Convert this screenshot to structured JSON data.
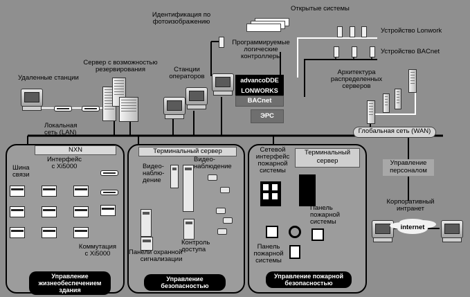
{
  "labels": {
    "open_systems": "Открытые системы",
    "photo_id": "Идентификация по\nфотоизображению",
    "prog_controllers": "Программируемые\nлогические\nконтроллеры",
    "lonwork_device": "Устройство Lonwork",
    "bacnet_device": "Устройство BACnet",
    "dist_servers": "Архитектура\nраспределенных\nсерверов",
    "backup_server": "Сервер с возможностью\nрезервирования",
    "remote_stations": "Удаленные станции",
    "operator_stations": "Станции\nоператоров",
    "lan": "Локальная\nсеть (LAN)",
    "wan": "Глобальная сеть (WAN)",
    "personnel_mgmt": "Управление\nперсоналом",
    "corporate_intranet": "Корпоративный\nинтранет",
    "internet": "internet"
  },
  "protocols": {
    "advanco": "advancoDDE",
    "lonworks": "LONWORKS",
    "bacnet": "BACnet",
    "eps": "ЭРС"
  },
  "zone_building": {
    "nxn": "NXN",
    "interface": "Интерфейс\nс Xi5000",
    "bus": "Шина\nсвязи",
    "switching": "Коммутация\nс Xi5000",
    "title": "Управление\nжизнеобеспечением\nздания"
  },
  "zone_security": {
    "terminal_server": "Терминальный сервер",
    "video1": "Видео-\nнаблю-\nдение",
    "video2": "Видео-\nнаблюдение",
    "alarm_panels": "Панели охранной\nсигнализации",
    "access_control": "Контроль\nдоступа",
    "title": "Управление\nбезопасностью"
  },
  "zone_fire": {
    "fire_network_iface": "Сетевой\nинтерфейс\nпожарной\nсистемы",
    "terminal_server": "Терминальный\nсервер",
    "fire_panel_right": "Панель\nпожарной\nсистемы",
    "fire_panel_left": "Панель\nпожарной\nсистемы",
    "title": "Управление пожарной\nбезопасностью"
  },
  "colors": {
    "background": "#8f8f8f",
    "zone_fill": "#9c9c9c",
    "title_fill": "#000000"
  }
}
